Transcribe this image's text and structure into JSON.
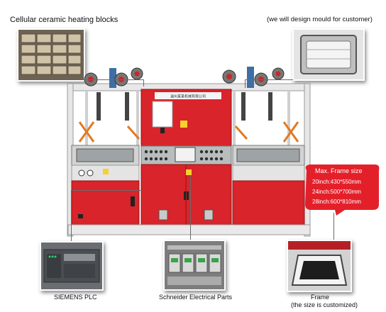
{
  "labels": {
    "heating_blocks": "Cellular ceramic heating blocks",
    "mould_note": "(we will design mould for customer)",
    "plc": "SIEMENS PLC",
    "schneider": "Schneider Electrical Parts",
    "frame": "Frame",
    "frame_note": "(the size is customized)"
  },
  "frame_sizes": {
    "title": "Max. Frame size",
    "rows": [
      "20inch:430*550mm",
      "24inch:500*700mm",
      "28inch:600*810mm"
    ]
  },
  "colors": {
    "machine_red": "#d8242a",
    "bubble_red": "#e3202a",
    "frame_white": "#f2f2f2"
  },
  "cabinet_sign": "温州某某机械有限公司"
}
